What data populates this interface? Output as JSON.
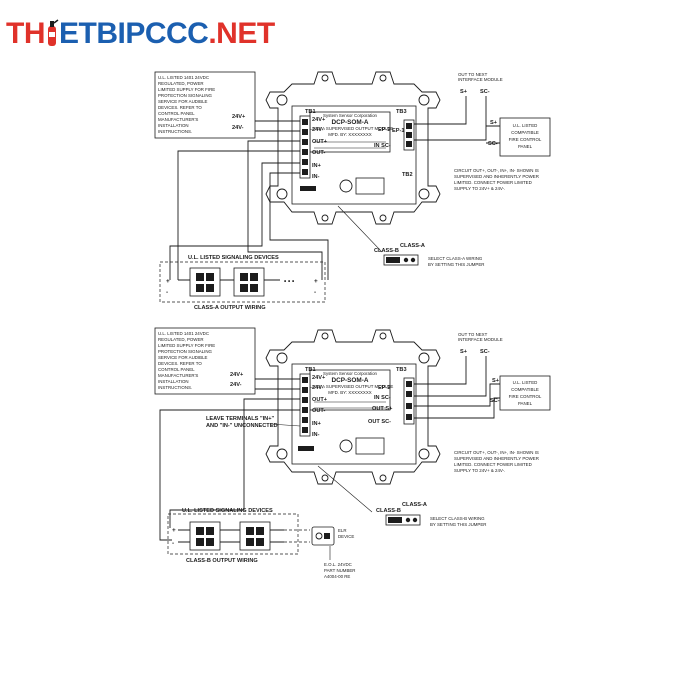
{
  "logo": {
    "part1": "TH",
    "part2": "ETBIPCCC",
    "part3": ".NET"
  },
  "top": {
    "note": [
      "U.L. LISTED 1401 24VDC",
      "REGULATED, POWER",
      "LIMITED SUPPLY FOR FIRE",
      "PROTECTION SIGNALING",
      "SERVICE FOR AUDIBLE",
      "DEVICES. REFER TO",
      "CONTROL PANEL",
      "MANUFACTURER'S",
      "INSTALLATION",
      "INSTRUCTIONS."
    ],
    "plus24": "24V+",
    "minus24": "24V-",
    "tb_left": "TB1",
    "tb_right": "TB3",
    "module_title": [
      "System Sensor Corporation",
      "DCP-SOM-A",
      "CLASS A SUPERVISED OUTPUT MODULE",
      "MFD. BY: XXXXXXXX"
    ],
    "terminals_left": [
      "24V+",
      "24V-",
      "OUT+",
      "OUT-",
      "IN+",
      "IN-"
    ],
    "terminals_right": [
      "EP-2",
      "IN SC-"
    ],
    "ep1": "EP-1",
    "tb2": "TB2",
    "interface": [
      "OUT TO NEXT",
      "INTERFACE MODULE"
    ],
    "s_plus": "S+",
    "sc_minus": "SC-",
    "panel": [
      "U.L. LISTED",
      "COMPATIBLE",
      "FIRE CONTROL",
      "PANEL"
    ],
    "circuit_note": [
      "CIRCUIT OUT+, OUT-, IN+, IN- SHOWN IS",
      "SUPERVISED AND INHERENTLY POWER",
      "LIMITED. CONNECT POWER LIMITED",
      "SUPPLY TO 24V+ & 24V-."
    ],
    "class_b": "CLASS-B",
    "class_a": "CLASS-A",
    "jumper_note": [
      "SELECT CLASS-A WIRING",
      "BY SETTING THIS JUMPER"
    ],
    "devices": "U.L. LISTED SIGNALING DEVICES",
    "wiring": "CLASS-A OUTPUT WIRING"
  },
  "bottom": {
    "note": [
      "U.L. LISTED 1401 24VDC",
      "REGULATED, POWER",
      "LIMITED SUPPLY FOR FIRE",
      "PROTECTION SIGNALING",
      "SERVICE FOR AUDIBLE",
      "DEVICES. REFER TO",
      "CONTROL PANEL",
      "MANUFACTURER'S",
      "INSTALLATION",
      "INSTRUCTIONS."
    ],
    "plus24": "24V+",
    "minus24": "24V-",
    "tb_left": "TB1",
    "tb_right": "TB3",
    "module_title": [
      "System Sensor Corporation",
      "DCP-SOM-A",
      "CLASS A SUPERVISED OUTPUT MODULE",
      "MFD. BY: XXXXXXXX"
    ],
    "terminals_left": [
      "24V+",
      "24V-",
      "OUT+",
      "OUT-",
      "IN+",
      "IN-"
    ],
    "terminals_right": [
      "EP-2",
      "IN SC-",
      "OUT S+",
      "OUT SC-"
    ],
    "leave_note": [
      "LEAVE TERMINALS \"IN+\"",
      "AND \"IN-\" UNCONNECTED"
    ],
    "interface": [
      "OUT TO NEXT",
      "INTERFACE MODULE"
    ],
    "s_plus": "S+",
    "sc_minus": "SC-",
    "panel": [
      "U.L. LISTED",
      "COMPATIBLE",
      "FIRE CONTROL",
      "PANEL"
    ],
    "circuit_note": [
      "CIRCUIT OUT+, OUT-, IN+, IN- SHOWN IS",
      "SUPERVISED AND INHERENTLY POWER",
      "LIMITED. CONNECT POWER LIMITED",
      "SUPPLY TO 24V+ & 24V-."
    ],
    "class_b": "CLASS-B",
    "class_a": "CLASS-A",
    "jumper_note": [
      "SELECT CLASS-B WIRING",
      "BY SETTING THIS JUMPER"
    ],
    "devices": "U.L. LISTED SIGNALING DEVICES",
    "wiring": "CLASS-B OUTPUT WIRING",
    "eol_box": [
      "ELR",
      "DEVICE"
    ],
    "eol_note": [
      "E.O.L. 24VDC",
      "PART NUMBER",
      "A4004-00 RE"
    ]
  }
}
